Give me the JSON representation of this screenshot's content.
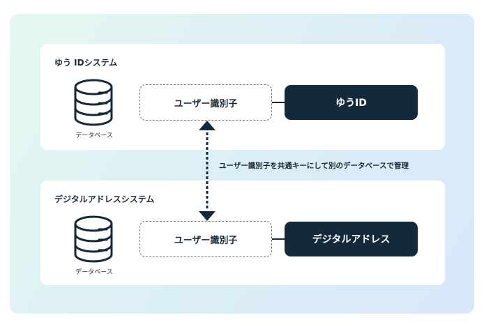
{
  "top_system": {
    "title": "ゆう IDシステム",
    "database_label": "データベース",
    "identifier_label": "ユーザー識別子",
    "target_label": "ゆうID"
  },
  "bottom_system": {
    "title": "デジタルアドレスシステム",
    "database_label": "データベース",
    "identifier_label": "ユーザー識別子",
    "target_label": "デジタルアドレス"
  },
  "annotation": "ユーザー識別子を共通キーにして別のデータベースで管理",
  "colors": {
    "dark_box": "#142a3b",
    "text": "#1b2a36",
    "background_start": "#e4f8f1",
    "background_end": "#d9e8fa"
  },
  "icons": {
    "database": "database-icon",
    "link": "double-arrow-icon"
  }
}
